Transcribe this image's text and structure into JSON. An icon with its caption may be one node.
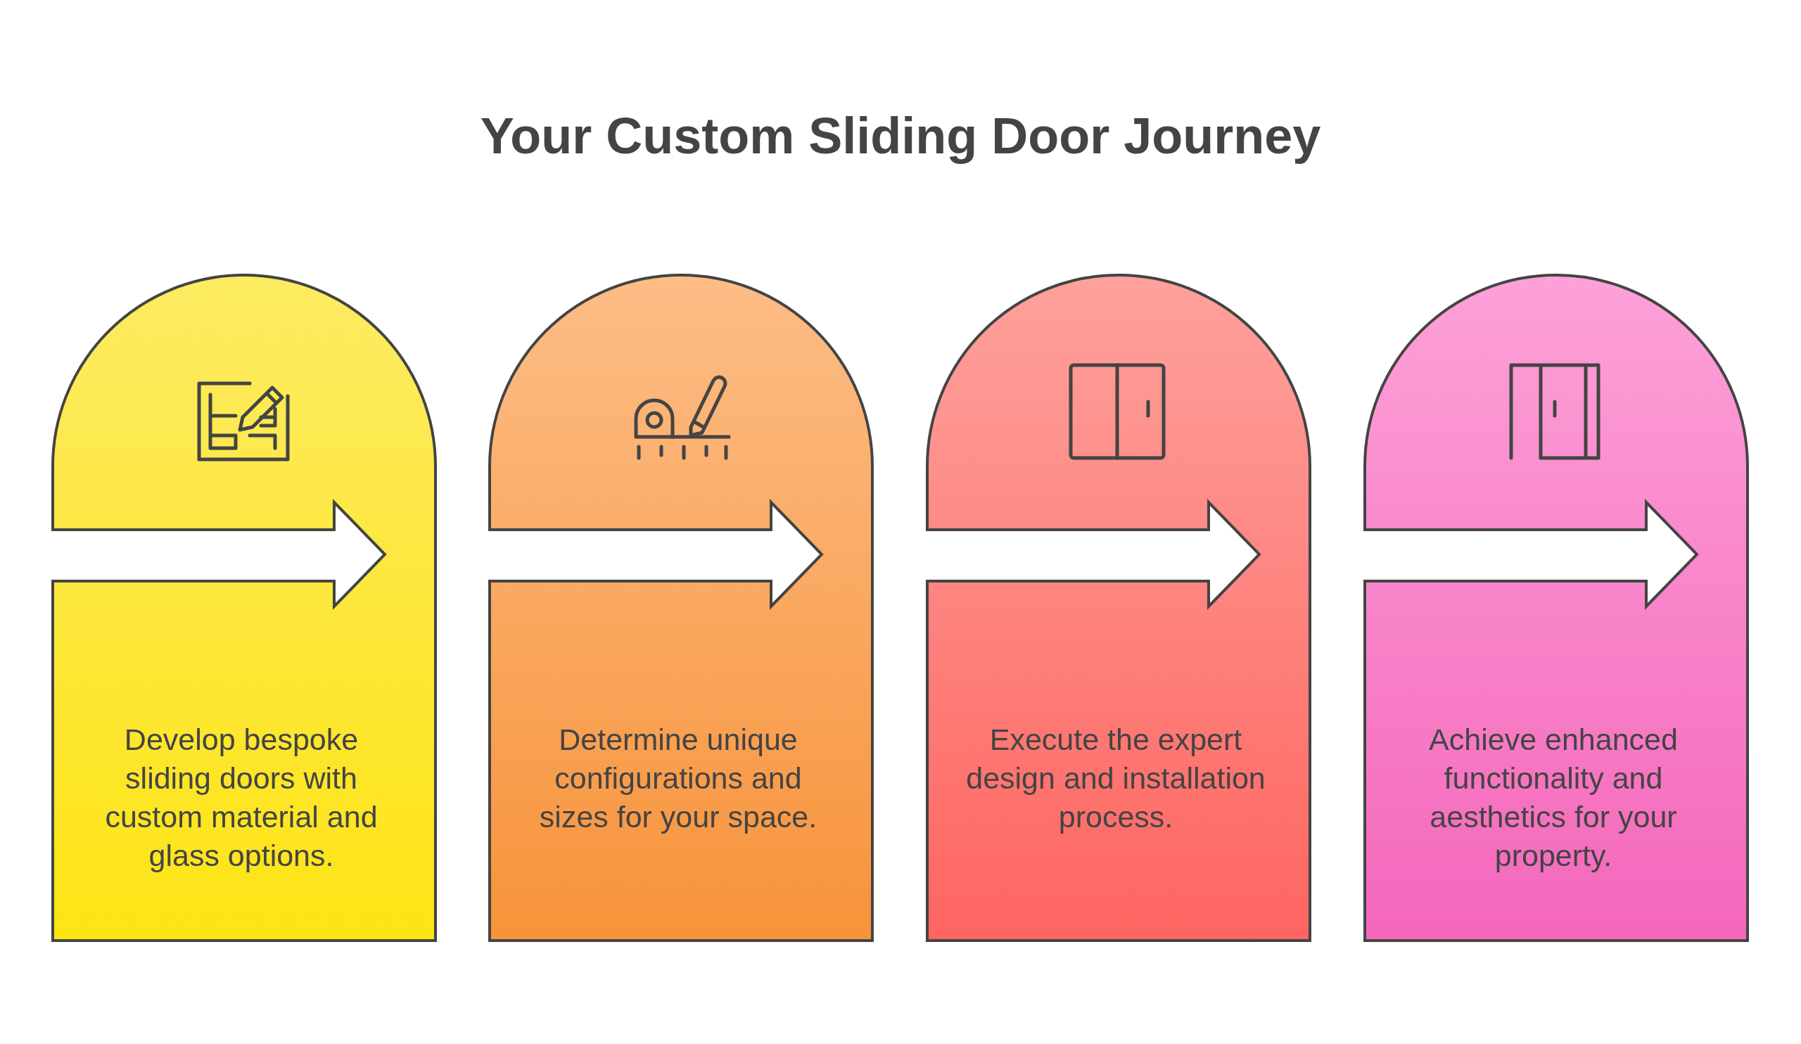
{
  "diagram": {
    "title": "Your Custom Sliding Door Journey",
    "nodes": [
      {
        "text": [
          "Develop bespoke sliding doors with custom material and glass options."
        ]
      },
      {
        "text": [
          "Determine unique configurations and sizes for your space."
        ]
      },
      {
        "text": [
          "Execute the expert design and installation process."
        ]
      },
      {
        "text": [
          "Achieve enhanced functionality and aesthetics for your property."
        ]
      }
    ]
  }
}
